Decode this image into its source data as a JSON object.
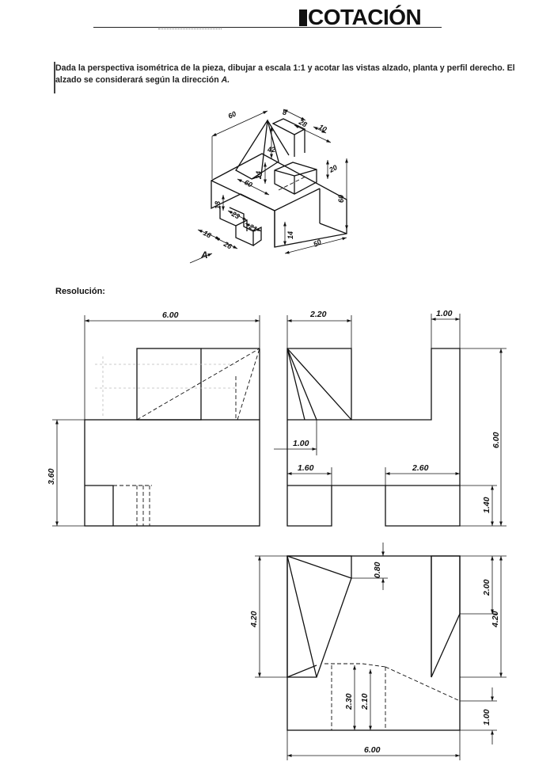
{
  "header": {
    "title": "COTACIÓN"
  },
  "statement": {
    "part1_bold": "Dada",
    "part2": " la perspectiva ",
    "part3_bold": "isométrica",
    "part4": " de la pieza, dibujar a escala 1:1 y acotar las vistas alzado, planta y perfil derecho. El alzado se ",
    "part5_bold": "considerará",
    "part6": " según la dirección ",
    "part7_italic": "A."
  },
  "resolution_label": "Resolución:",
  "isometric": {
    "dims": [
      "60",
      "8",
      "28",
      "10",
      "42",
      "24",
      "20",
      "60",
      "60",
      "18",
      "23",
      "21",
      "18",
      "26",
      "14",
      "50"
    ],
    "direction": "A"
  },
  "front_view": {
    "dims": [
      "6.00",
      "3.60"
    ]
  },
  "profile_view": {
    "dims": [
      "2.20",
      "1.00",
      "1.00",
      "1.60",
      "2.60",
      "6.00",
      "1.40"
    ]
  },
  "plan_view": {
    "dims": [
      "0.80",
      "4.20",
      "2.00",
      "4.20",
      "2.30",
      "2.10",
      "1.00",
      "6.00"
    ]
  }
}
